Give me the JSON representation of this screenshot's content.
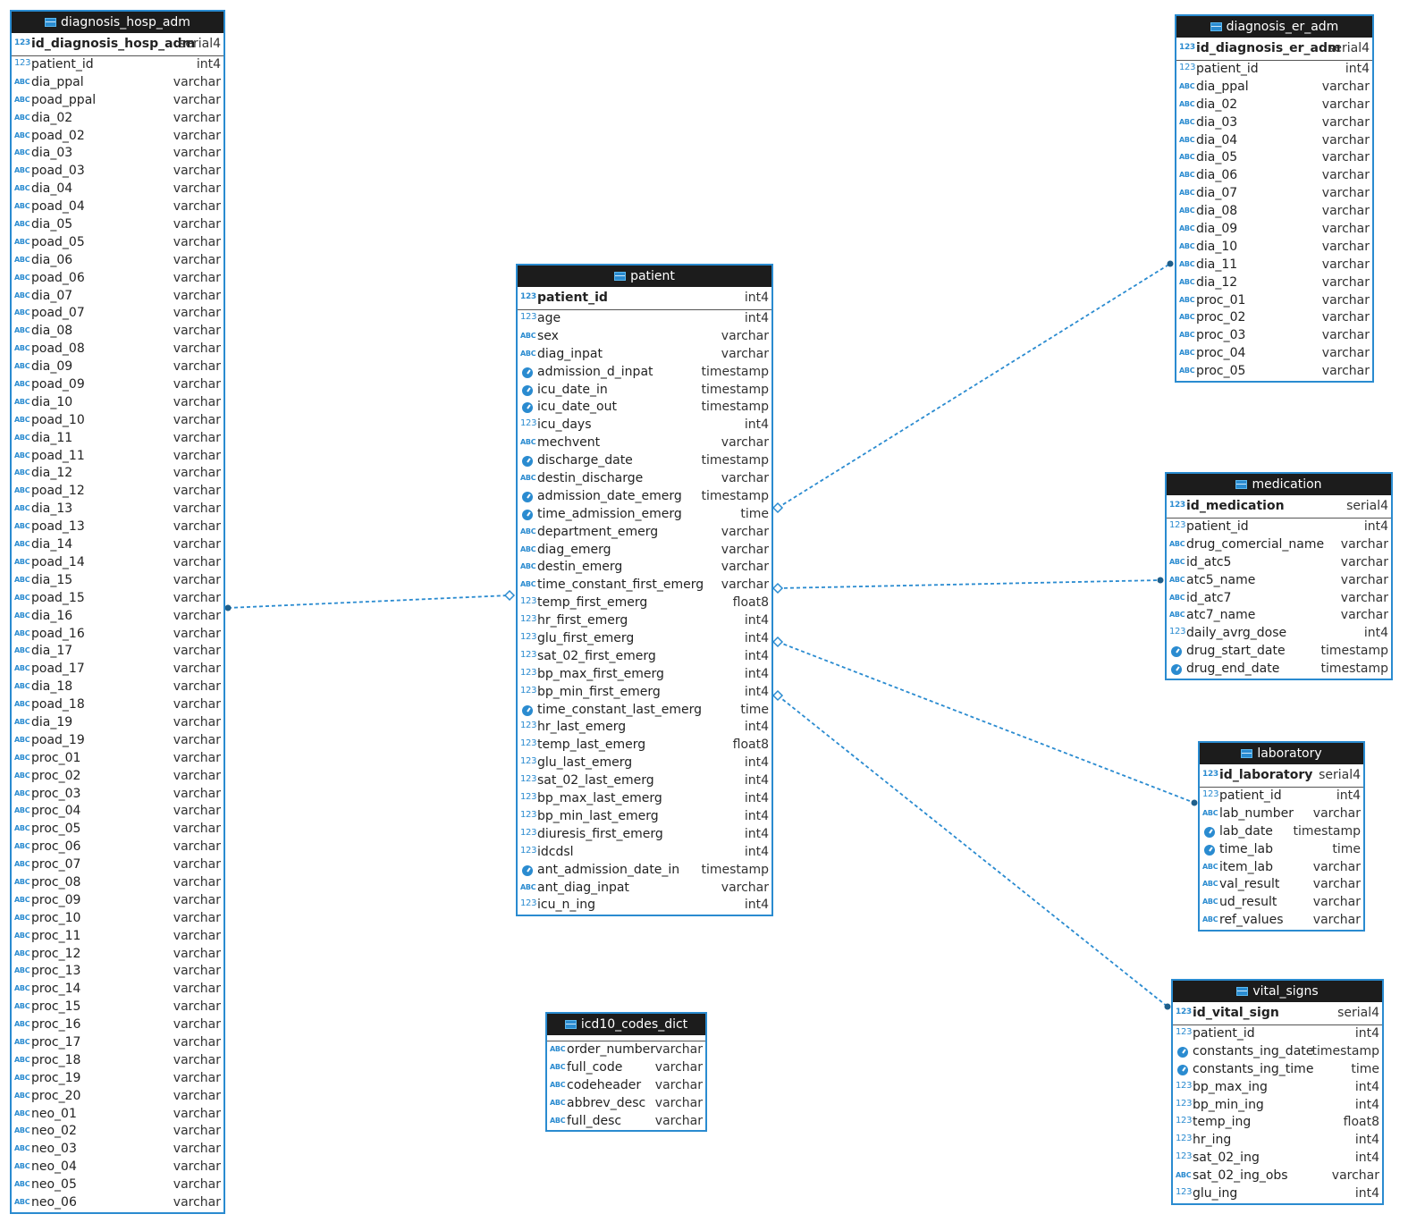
{
  "colors": {
    "accent": "#2a8bd0",
    "header_bg": "#1c1c1c",
    "link_dot": "#1f5f8b"
  },
  "tables": [
    {
      "id": "diagnosis_hosp_adm",
      "name": "diagnosis_hosp_adm",
      "pk": {
        "name": "id_diagnosis_hosp_adm",
        "type": "serial4"
      },
      "columns": [
        {
          "name": "patient_id",
          "type": "int4",
          "kind": "num"
        },
        {
          "name": "dia_ppal",
          "type": "varchar",
          "kind": "txt"
        },
        {
          "name": "poad_ppal",
          "type": "varchar",
          "kind": "txt"
        },
        {
          "name": "dia_02",
          "type": "varchar",
          "kind": "txt"
        },
        {
          "name": "poad_02",
          "type": "varchar",
          "kind": "txt"
        },
        {
          "name": "dia_03",
          "type": "varchar",
          "kind": "txt"
        },
        {
          "name": "poad_03",
          "type": "varchar",
          "kind": "txt"
        },
        {
          "name": "dia_04",
          "type": "varchar",
          "kind": "txt"
        },
        {
          "name": "poad_04",
          "type": "varchar",
          "kind": "txt"
        },
        {
          "name": "dia_05",
          "type": "varchar",
          "kind": "txt"
        },
        {
          "name": "poad_05",
          "type": "varchar",
          "kind": "txt"
        },
        {
          "name": "dia_06",
          "type": "varchar",
          "kind": "txt"
        },
        {
          "name": "poad_06",
          "type": "varchar",
          "kind": "txt"
        },
        {
          "name": "dia_07",
          "type": "varchar",
          "kind": "txt"
        },
        {
          "name": "poad_07",
          "type": "varchar",
          "kind": "txt"
        },
        {
          "name": "dia_08",
          "type": "varchar",
          "kind": "txt"
        },
        {
          "name": "poad_08",
          "type": "varchar",
          "kind": "txt"
        },
        {
          "name": "dia_09",
          "type": "varchar",
          "kind": "txt"
        },
        {
          "name": "poad_09",
          "type": "varchar",
          "kind": "txt"
        },
        {
          "name": "dia_10",
          "type": "varchar",
          "kind": "txt"
        },
        {
          "name": "poad_10",
          "type": "varchar",
          "kind": "txt"
        },
        {
          "name": "dia_11",
          "type": "varchar",
          "kind": "txt"
        },
        {
          "name": "poad_11",
          "type": "varchar",
          "kind": "txt"
        },
        {
          "name": "dia_12",
          "type": "varchar",
          "kind": "txt"
        },
        {
          "name": "poad_12",
          "type": "varchar",
          "kind": "txt"
        },
        {
          "name": "dia_13",
          "type": "varchar",
          "kind": "txt"
        },
        {
          "name": "poad_13",
          "type": "varchar",
          "kind": "txt"
        },
        {
          "name": "dia_14",
          "type": "varchar",
          "kind": "txt"
        },
        {
          "name": "poad_14",
          "type": "varchar",
          "kind": "txt"
        },
        {
          "name": "dia_15",
          "type": "varchar",
          "kind": "txt"
        },
        {
          "name": "poad_15",
          "type": "varchar",
          "kind": "txt"
        },
        {
          "name": "dia_16",
          "type": "varchar",
          "kind": "txt"
        },
        {
          "name": "poad_16",
          "type": "varchar",
          "kind": "txt"
        },
        {
          "name": "dia_17",
          "type": "varchar",
          "kind": "txt"
        },
        {
          "name": "poad_17",
          "type": "varchar",
          "kind": "txt"
        },
        {
          "name": "dia_18",
          "type": "varchar",
          "kind": "txt"
        },
        {
          "name": "poad_18",
          "type": "varchar",
          "kind": "txt"
        },
        {
          "name": "dia_19",
          "type": "varchar",
          "kind": "txt"
        },
        {
          "name": "poad_19",
          "type": "varchar",
          "kind": "txt"
        },
        {
          "name": "proc_01",
          "type": "varchar",
          "kind": "txt"
        },
        {
          "name": "proc_02",
          "type": "varchar",
          "kind": "txt"
        },
        {
          "name": "proc_03",
          "type": "varchar",
          "kind": "txt"
        },
        {
          "name": "proc_04",
          "type": "varchar",
          "kind": "txt"
        },
        {
          "name": "proc_05",
          "type": "varchar",
          "kind": "txt"
        },
        {
          "name": "proc_06",
          "type": "varchar",
          "kind": "txt"
        },
        {
          "name": "proc_07",
          "type": "varchar",
          "kind": "txt"
        },
        {
          "name": "proc_08",
          "type": "varchar",
          "kind": "txt"
        },
        {
          "name": "proc_09",
          "type": "varchar",
          "kind": "txt"
        },
        {
          "name": "proc_10",
          "type": "varchar",
          "kind": "txt"
        },
        {
          "name": "proc_11",
          "type": "varchar",
          "kind": "txt"
        },
        {
          "name": "proc_12",
          "type": "varchar",
          "kind": "txt"
        },
        {
          "name": "proc_13",
          "type": "varchar",
          "kind": "txt"
        },
        {
          "name": "proc_14",
          "type": "varchar",
          "kind": "txt"
        },
        {
          "name": "proc_15",
          "type": "varchar",
          "kind": "txt"
        },
        {
          "name": "proc_16",
          "type": "varchar",
          "kind": "txt"
        },
        {
          "name": "proc_17",
          "type": "varchar",
          "kind": "txt"
        },
        {
          "name": "proc_18",
          "type": "varchar",
          "kind": "txt"
        },
        {
          "name": "proc_19",
          "type": "varchar",
          "kind": "txt"
        },
        {
          "name": "proc_20",
          "type": "varchar",
          "kind": "txt"
        },
        {
          "name": "neo_01",
          "type": "varchar",
          "kind": "txt"
        },
        {
          "name": "neo_02",
          "type": "varchar",
          "kind": "txt"
        },
        {
          "name": "neo_03",
          "type": "varchar",
          "kind": "txt"
        },
        {
          "name": "neo_04",
          "type": "varchar",
          "kind": "txt"
        },
        {
          "name": "neo_05",
          "type": "varchar",
          "kind": "txt"
        },
        {
          "name": "neo_06",
          "type": "varchar",
          "kind": "txt"
        }
      ]
    },
    {
      "id": "patient",
      "name": "patient",
      "pk": {
        "name": "patient_id",
        "type": "int4"
      },
      "columns": [
        {
          "name": "age",
          "type": "int4",
          "kind": "num"
        },
        {
          "name": "sex",
          "type": "varchar",
          "kind": "txt"
        },
        {
          "name": "diag_inpat",
          "type": "varchar",
          "kind": "txt"
        },
        {
          "name": "admission_d_inpat",
          "type": "timestamp",
          "kind": "clock"
        },
        {
          "name": "icu_date_in",
          "type": "timestamp",
          "kind": "clock"
        },
        {
          "name": "icu_date_out",
          "type": "timestamp",
          "kind": "clock"
        },
        {
          "name": "icu_days",
          "type": "int4",
          "kind": "num"
        },
        {
          "name": "mechvent",
          "type": "varchar",
          "kind": "txt"
        },
        {
          "name": "discharge_date",
          "type": "timestamp",
          "kind": "clock"
        },
        {
          "name": "destin_discharge",
          "type": "varchar",
          "kind": "txt"
        },
        {
          "name": "admission_date_emerg",
          "type": "timestamp",
          "kind": "clock"
        },
        {
          "name": "time_admission_emerg",
          "type": "time",
          "kind": "clock"
        },
        {
          "name": "department_emerg",
          "type": "varchar",
          "kind": "txt"
        },
        {
          "name": "diag_emerg",
          "type": "varchar",
          "kind": "txt"
        },
        {
          "name": "destin_emerg",
          "type": "varchar",
          "kind": "txt"
        },
        {
          "name": "time_constant_first_emerg",
          "type": "varchar",
          "kind": "txt"
        },
        {
          "name": "temp_first_emerg",
          "type": "float8",
          "kind": "num"
        },
        {
          "name": "hr_first_emerg",
          "type": "int4",
          "kind": "num"
        },
        {
          "name": "glu_first_emerg",
          "type": "int4",
          "kind": "num"
        },
        {
          "name": "sat_02_first_emerg",
          "type": "int4",
          "kind": "num"
        },
        {
          "name": "bp_max_first_emerg",
          "type": "int4",
          "kind": "num"
        },
        {
          "name": "bp_min_first_emerg",
          "type": "int4",
          "kind": "num"
        },
        {
          "name": "time_constant_last_emerg",
          "type": "time",
          "kind": "clock"
        },
        {
          "name": "hr_last_emerg",
          "type": "int4",
          "kind": "num"
        },
        {
          "name": "temp_last_emerg",
          "type": "float8",
          "kind": "num"
        },
        {
          "name": "glu_last_emerg",
          "type": "int4",
          "kind": "num"
        },
        {
          "name": "sat_02_last_emerg",
          "type": "int4",
          "kind": "num"
        },
        {
          "name": "bp_max_last_emerg",
          "type": "int4",
          "kind": "num"
        },
        {
          "name": "bp_min_last_emerg",
          "type": "int4",
          "kind": "num"
        },
        {
          "name": "diuresis_first_emerg",
          "type": "int4",
          "kind": "num"
        },
        {
          "name": "idcdsl",
          "type": "int4",
          "kind": "num"
        },
        {
          "name": "ant_admission_date_in",
          "type": "timestamp",
          "kind": "clock"
        },
        {
          "name": "ant_diag_inpat",
          "type": "varchar",
          "kind": "txt"
        },
        {
          "name": "icu_n_ing",
          "type": "int4",
          "kind": "num"
        }
      ]
    },
    {
      "id": "icd10_codes_dict",
      "name": "icd10_codes_dict",
      "pk": null,
      "columns": [
        {
          "name": "order_number",
          "type": "varchar",
          "kind": "txt"
        },
        {
          "name": "full_code",
          "type": "varchar",
          "kind": "txt"
        },
        {
          "name": "codeheader",
          "type": "varchar",
          "kind": "txt"
        },
        {
          "name": "abbrev_desc",
          "type": "varchar",
          "kind": "txt"
        },
        {
          "name": "full_desc",
          "type": "varchar",
          "kind": "txt"
        }
      ]
    },
    {
      "id": "diagnosis_er_adm",
      "name": "diagnosis_er_adm",
      "pk": {
        "name": "id_diagnosis_er_adm",
        "type": "serial4"
      },
      "columns": [
        {
          "name": "patient_id",
          "type": "int4",
          "kind": "num"
        },
        {
          "name": "dia_ppal",
          "type": "varchar",
          "kind": "txt"
        },
        {
          "name": "dia_02",
          "type": "varchar",
          "kind": "txt"
        },
        {
          "name": "dia_03",
          "type": "varchar",
          "kind": "txt"
        },
        {
          "name": "dia_04",
          "type": "varchar",
          "kind": "txt"
        },
        {
          "name": "dia_05",
          "type": "varchar",
          "kind": "txt"
        },
        {
          "name": "dia_06",
          "type": "varchar",
          "kind": "txt"
        },
        {
          "name": "dia_07",
          "type": "varchar",
          "kind": "txt"
        },
        {
          "name": "dia_08",
          "type": "varchar",
          "kind": "txt"
        },
        {
          "name": "dia_09",
          "type": "varchar",
          "kind": "txt"
        },
        {
          "name": "dia_10",
          "type": "varchar",
          "kind": "txt"
        },
        {
          "name": "dia_11",
          "type": "varchar",
          "kind": "txt"
        },
        {
          "name": "dia_12",
          "type": "varchar",
          "kind": "txt"
        },
        {
          "name": "proc_01",
          "type": "varchar",
          "kind": "txt"
        },
        {
          "name": "proc_02",
          "type": "varchar",
          "kind": "txt"
        },
        {
          "name": "proc_03",
          "type": "varchar",
          "kind": "txt"
        },
        {
          "name": "proc_04",
          "type": "varchar",
          "kind": "txt"
        },
        {
          "name": "proc_05",
          "type": "varchar",
          "kind": "txt"
        }
      ]
    },
    {
      "id": "medication",
      "name": "medication",
      "pk": {
        "name": "id_medication",
        "type": "serial4"
      },
      "columns": [
        {
          "name": "patient_id",
          "type": "int4",
          "kind": "num"
        },
        {
          "name": "drug_comercial_name",
          "type": "varchar",
          "kind": "txt"
        },
        {
          "name": "id_atc5",
          "type": "varchar",
          "kind": "txt"
        },
        {
          "name": "atc5_name",
          "type": "varchar",
          "kind": "txt"
        },
        {
          "name": "id_atc7",
          "type": "varchar",
          "kind": "txt"
        },
        {
          "name": "atc7_name",
          "type": "varchar",
          "kind": "txt"
        },
        {
          "name": "daily_avrg_dose",
          "type": "int4",
          "kind": "num"
        },
        {
          "name": "drug_start_date",
          "type": "timestamp",
          "kind": "clock"
        },
        {
          "name": "drug_end_date",
          "type": "timestamp",
          "kind": "clock"
        }
      ]
    },
    {
      "id": "laboratory",
      "name": "laboratory",
      "pk": {
        "name": "id_laboratory",
        "type": "serial4"
      },
      "columns": [
        {
          "name": "patient_id",
          "type": "int4",
          "kind": "num"
        },
        {
          "name": "lab_number",
          "type": "varchar",
          "kind": "txt"
        },
        {
          "name": "lab_date",
          "type": "timestamp",
          "kind": "clock"
        },
        {
          "name": "time_lab",
          "type": "time",
          "kind": "clock"
        },
        {
          "name": "item_lab",
          "type": "varchar",
          "kind": "txt"
        },
        {
          "name": "val_result",
          "type": "varchar",
          "kind": "txt"
        },
        {
          "name": "ud_result",
          "type": "varchar",
          "kind": "txt"
        },
        {
          "name": "ref_values",
          "type": "varchar",
          "kind": "txt"
        }
      ]
    },
    {
      "id": "vital_signs",
      "name": "vital_signs",
      "pk": {
        "name": "id_vital_sign",
        "type": "serial4"
      },
      "columns": [
        {
          "name": "patient_id",
          "type": "int4",
          "kind": "num"
        },
        {
          "name": "constants_ing_date",
          "type": "timestamp",
          "kind": "clock"
        },
        {
          "name": "constants_ing_time",
          "type": "time",
          "kind": "clock"
        },
        {
          "name": "bp_max_ing",
          "type": "int4",
          "kind": "num"
        },
        {
          "name": "bp_min_ing",
          "type": "int4",
          "kind": "num"
        },
        {
          "name": "temp_ing",
          "type": "float8",
          "kind": "num"
        },
        {
          "name": "hr_ing",
          "type": "int4",
          "kind": "num"
        },
        {
          "name": "sat_02_ing",
          "type": "int4",
          "kind": "num"
        },
        {
          "name": "sat_02_ing_obs",
          "type": "varchar",
          "kind": "txt"
        },
        {
          "name": "glu_ing",
          "type": "int4",
          "kind": "num"
        }
      ]
    }
  ],
  "relations": [
    {
      "from": "patient",
      "to": "diagnosis_hosp_adm"
    },
    {
      "from": "patient",
      "to": "diagnosis_er_adm"
    },
    {
      "from": "patient",
      "to": "medication"
    },
    {
      "from": "patient",
      "to": "laboratory"
    },
    {
      "from": "patient",
      "to": "vital_signs"
    }
  ]
}
